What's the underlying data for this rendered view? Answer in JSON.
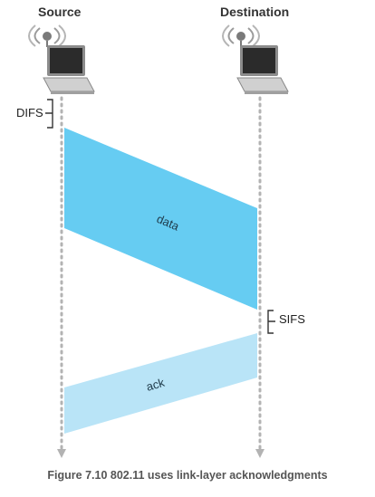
{
  "nodes": {
    "source": "Source",
    "destination": "Destination"
  },
  "intervals": {
    "difs": "DIFS",
    "sifs": "SIFS"
  },
  "frames": {
    "data": "data",
    "ack": "ack"
  },
  "caption": "Figure 7.10 802.11 uses link-layer acknowledgments",
  "colors": {
    "data_frame": "#66ccf2",
    "ack_frame": "#b9e4f7",
    "timeline": "#b3b3b3"
  }
}
